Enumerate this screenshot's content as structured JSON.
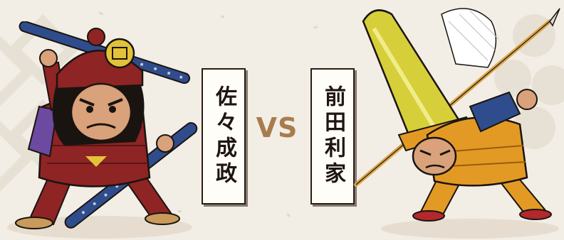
{
  "colors": {
    "background": "#f2ede5",
    "vs_text": "#a97c4e",
    "card_fill": "#fffdf8",
    "card_border": "#2b1d14",
    "left_armor": "#8e2424",
    "right_helmet": "#d6cf3a",
    "right_armor": "#e39a24"
  },
  "left_fighter": {
    "name": "佐々成政",
    "icon": "samurai-with-clubs-illustration"
  },
  "right_fighter": {
    "name": "前田利家",
    "icon": "samurai-with-spear-illustration"
  },
  "versus": {
    "label": "VS"
  }
}
